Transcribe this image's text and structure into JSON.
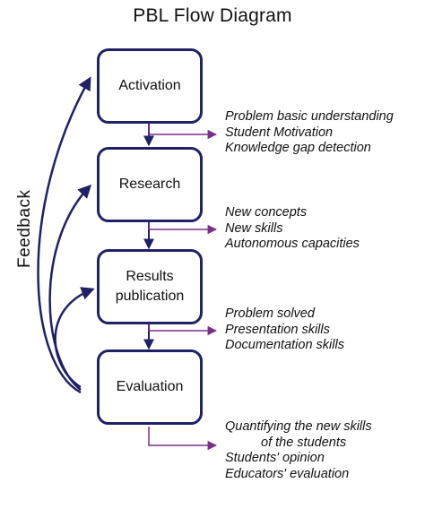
{
  "title": "PBL Flow Diagram",
  "feedback_label": "Feedback",
  "colors": {
    "box_border": "#1f2166",
    "flow_arrow": "#1f2166",
    "output_arrow": "#7a2f8a"
  },
  "stages": [
    {
      "label": "Activation",
      "outputs": [
        "Problem basic understanding",
        "Student Motivation",
        "Knowledge gap detection"
      ]
    },
    {
      "label": "Research",
      "outputs": [
        "New concepts",
        "New skills",
        "Autonomous capacities"
      ]
    },
    {
      "label": "Results\npublication",
      "outputs": [
        "Problem solved",
        "Presentation skills",
        "Documentation skills"
      ]
    },
    {
      "label": "Evaluation",
      "outputs": [
        "Quantifying the new skills",
        "of the students",
        "Students' opinion",
        "Educators' evaluation"
      ]
    }
  ]
}
